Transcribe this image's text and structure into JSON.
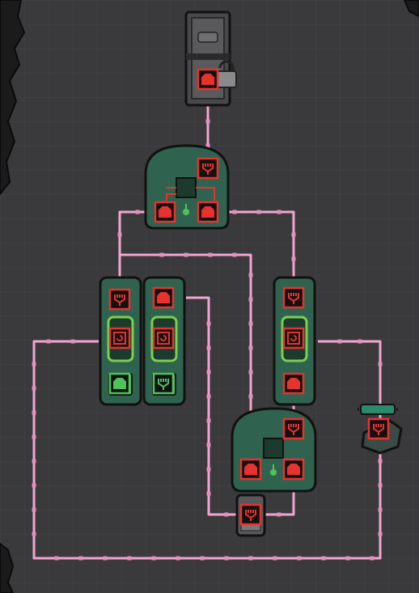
{
  "scene": {
    "background_color": "#3a3a3c",
    "grid_color": "#444447",
    "wire_color": "#f2a6cf",
    "wire_joint_color": "#e48fbf",
    "device_body_color": "#2f6350",
    "device_border_color": "#111111",
    "port_red": "#e8322e",
    "port_green": "#4fc25b",
    "display_green": "#7ad04b"
  },
  "components": [
    {
      "id": "locked-door",
      "icon": "door-lock-icon"
    },
    {
      "id": "top-logic-gate",
      "icon": "logic-gate-icon"
    },
    {
      "id": "left-memory-toggle",
      "icon": "memory-toggle-icon"
    },
    {
      "id": "middle-memory-toggle",
      "icon": "memory-toggle-icon"
    },
    {
      "id": "right-memory-toggle",
      "icon": "memory-toggle-icon"
    },
    {
      "id": "bottom-logic-gate",
      "icon": "logic-gate-icon"
    },
    {
      "id": "signal-sensor",
      "icon": "sensor-icon"
    },
    {
      "id": "gas-valve",
      "icon": "valve-icon"
    }
  ]
}
